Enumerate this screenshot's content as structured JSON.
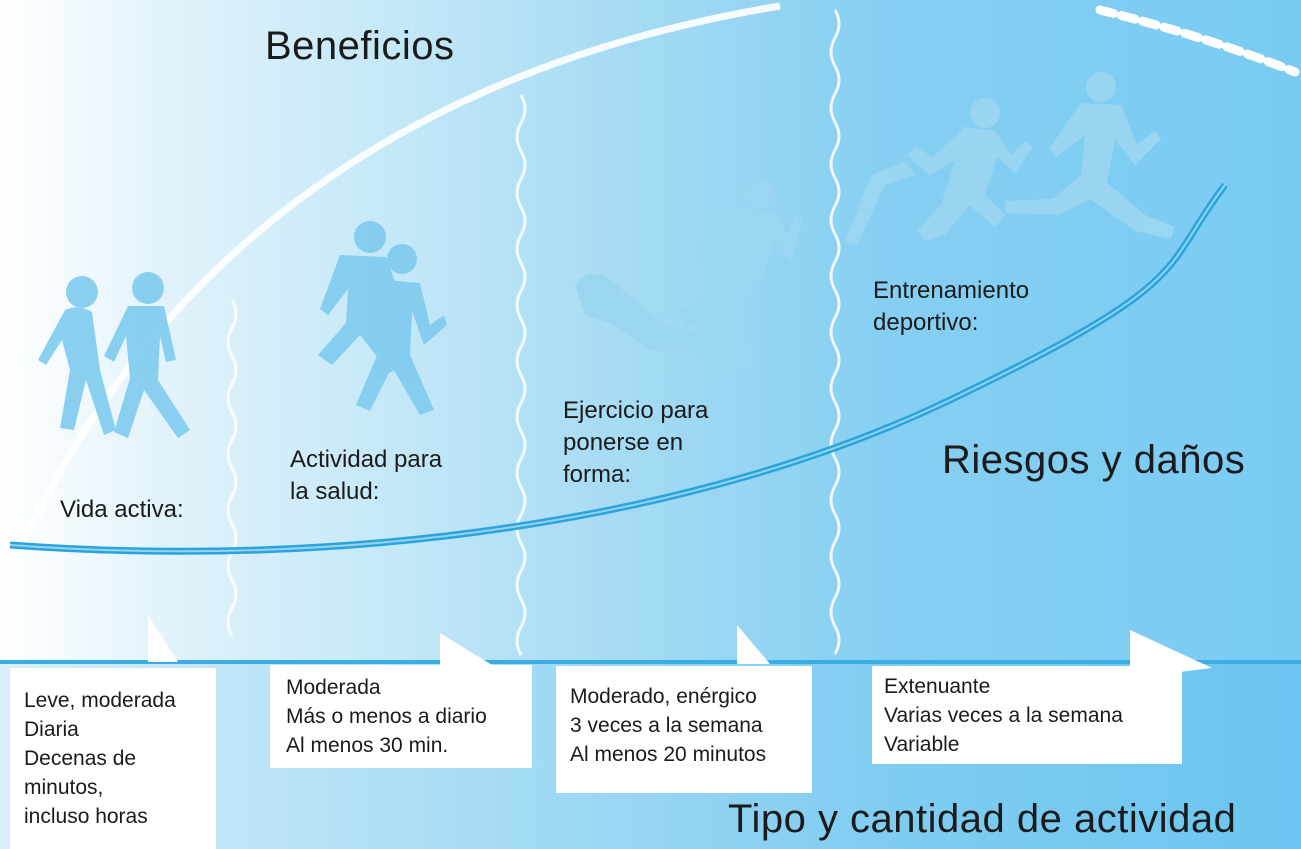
{
  "labels": {
    "benefits": "Beneficios",
    "risks": "Riesgos y daños",
    "axis": "Tipo y cantidad de actividad"
  },
  "stages": [
    {
      "id": "vida-activa",
      "title_lines": [
        "Vida activa:"
      ],
      "details": [
        "Leve, moderada",
        "Diaria",
        "Decenas de",
        "minutos,",
        "incluso horas"
      ]
    },
    {
      "id": "actividad-salud",
      "title_lines": [
        "Actividad para",
        "la salud:"
      ],
      "details": [
        "Moderada",
        "Más o menos a diario",
        "Al menos 30 min."
      ]
    },
    {
      "id": "ejercicio-forma",
      "title_lines": [
        "Ejercicio para",
        "ponerse en",
        "forma:"
      ],
      "details": [
        "Moderado, enérgico",
        "3 veces a la semana",
        "Al menos 20 minutos"
      ]
    },
    {
      "id": "entrenamiento",
      "title_lines": [
        "Entrenamiento",
        "deportivo:"
      ],
      "details": [
        "Extenuante",
        "Varias veces a la semana",
        "Variable"
      ]
    }
  ],
  "icons": [
    "walking-couple-icon",
    "jogging-pair-icon",
    "situp-exercise-icon",
    "sprinting-runners-icon"
  ],
  "colors": {
    "background_light": "#e3f3fb",
    "background_dark": "#79cbf3",
    "curve": "#2aa5dc",
    "figure_fill": "#7fcbee",
    "box": "#ffffff",
    "text": "#1b1b1b"
  }
}
